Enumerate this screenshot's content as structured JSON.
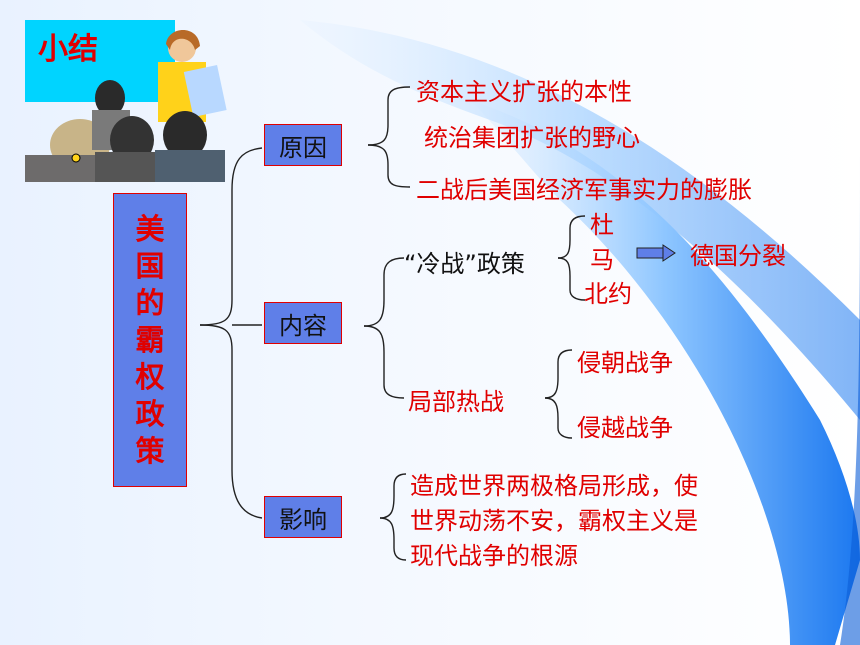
{
  "slide": {
    "title": "小结",
    "main_chars": [
      "美",
      "国",
      "的",
      "霸",
      "权",
      "政",
      "策"
    ],
    "nodes": {
      "reason": "原因",
      "content": "内容",
      "impact": "影响"
    },
    "reasons": [
      "资本主义扩张的本性",
      "统治集团扩张的野心",
      "二战后美国经济军事实力的膨胀"
    ],
    "cold_war": {
      "label": "“冷战”政策",
      "items": [
        "杜",
        "马",
        "北约"
      ],
      "result": "德国分裂"
    },
    "local_war": {
      "label": "局部热战",
      "items": [
        "侵朝战争",
        "侵越战争"
      ]
    },
    "impact_lines": [
      "造成世界两极格局形成，使",
      "世界动荡不安，霸权主义是",
      "现代战争的根源"
    ]
  },
  "colors": {
    "accent_red": "#e00000",
    "box_blue": "#5f7fe8",
    "title_cyan": "#00d4ff"
  }
}
